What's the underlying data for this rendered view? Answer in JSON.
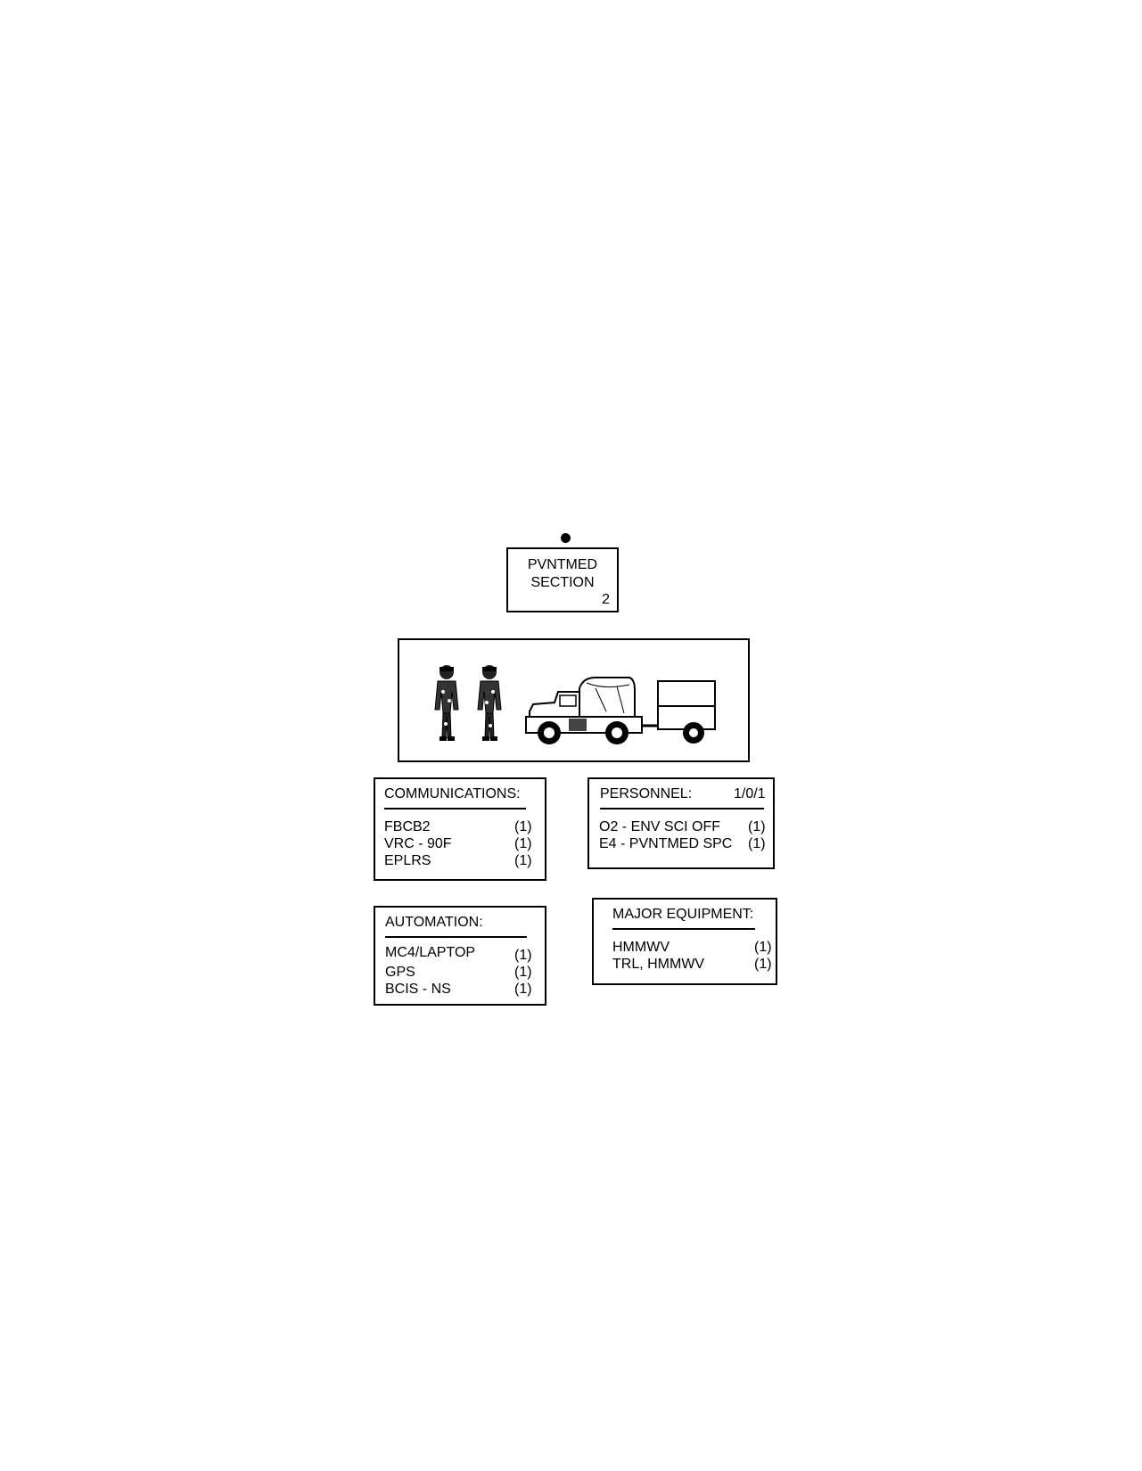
{
  "unit": {
    "name_line1": "PVNTMED",
    "name_line2": "SECTION",
    "number": "2"
  },
  "illustration": {
    "icons": [
      "soldier-figure",
      "soldier-figure",
      "hmmwv-vehicle",
      "trailer"
    ]
  },
  "communications": {
    "title": "COMMUNICATIONS:",
    "items": [
      {
        "name": "FBCB2",
        "qty": "(1)"
      },
      {
        "name": "VRC - 90F",
        "qty": "(1)"
      },
      {
        "name": "EPLRS",
        "qty": "(1)"
      }
    ]
  },
  "personnel": {
    "title": "PERSONNEL:",
    "strength": "1/0/1",
    "items": [
      {
        "name": "O2 - ENV SCI OFF",
        "qty": "(1)"
      },
      {
        "name": "E4 - PVNTMED  SPC",
        "qty": "(1)"
      }
    ]
  },
  "automation": {
    "title": "AUTOMATION:",
    "items": [
      {
        "name": "MC4/LAPTOP",
        "qty": "(1)"
      },
      {
        "name": "GPS",
        "qty": "(1)"
      },
      {
        "name": "BCIS - NS",
        "qty": "(1)"
      }
    ]
  },
  "major_equipment": {
    "title": "MAJOR EQUIPMENT:",
    "items": [
      {
        "name": "HMMWV",
        "qty": "(1)"
      },
      {
        "name": "TRL, HMMWV",
        "qty": "(1)"
      }
    ]
  }
}
